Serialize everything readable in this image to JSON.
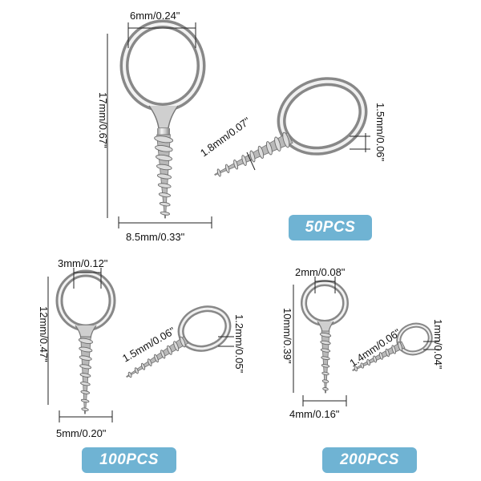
{
  "colors": {
    "badge": "#6fb3d3",
    "metal_light": "#f2f2f2",
    "metal_mid": "#c7c7c7",
    "metal_dark": "#7d7d7d",
    "line": "#222222"
  },
  "icons": [
    "screw-eye-hook-icon"
  ],
  "large": {
    "ring_inner": "6mm/0.24\"",
    "height": "17mm/0.67\"",
    "width": "8.5mm/0.33\"",
    "thread": "1.8mm/0.07\"",
    "wire": "1.5mm/0.06\"",
    "quantity": "50PCS"
  },
  "medium": {
    "ring_inner": "3mm/0.12\"",
    "height": "12mm/0.47\"",
    "width": "5mm/0.20\"",
    "thread": "1.5mm/0.06\"",
    "wire": "1.2mm/0.05\"",
    "quantity": "100PCS"
  },
  "small": {
    "ring_inner": "2mm/0.08\"",
    "height": "10mm/0.39\"",
    "width": "4mm/0.16\"",
    "thread": "1.4mm/0.06\"",
    "wire": "1mm/0.04\"",
    "quantity": "200PCS"
  }
}
